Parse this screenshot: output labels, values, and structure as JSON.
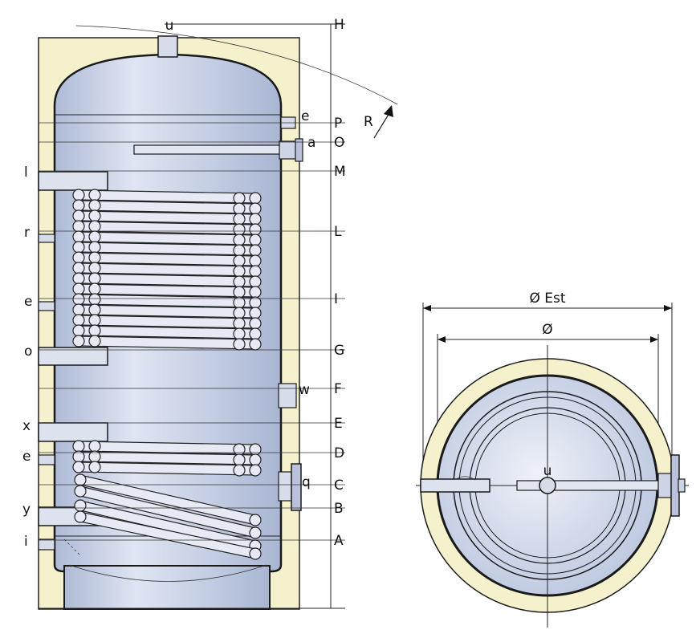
{
  "side_view": {
    "top_label": "u",
    "radius_label": "R",
    "left_labels": [
      "l",
      "r",
      "e",
      "o",
      "x",
      "e",
      "y",
      "i"
    ],
    "right_labels": [
      "e",
      "a",
      "w",
      "q"
    ],
    "level_labels": [
      "H",
      "P",
      "O",
      "M",
      "L",
      "I",
      "G",
      "F",
      "E",
      "D",
      "C",
      "B",
      "A"
    ]
  },
  "top_view": {
    "outer_diameter_label": "Ø Est",
    "inner_diameter_label": "Ø",
    "center_label": "u"
  },
  "colors": {
    "insulation": "#f4f1cc",
    "tank": "#c9d2e6",
    "tank_light": "#e4e9f4",
    "coil": "#e7eaf5",
    "outline": "#1a1a1a"
  }
}
